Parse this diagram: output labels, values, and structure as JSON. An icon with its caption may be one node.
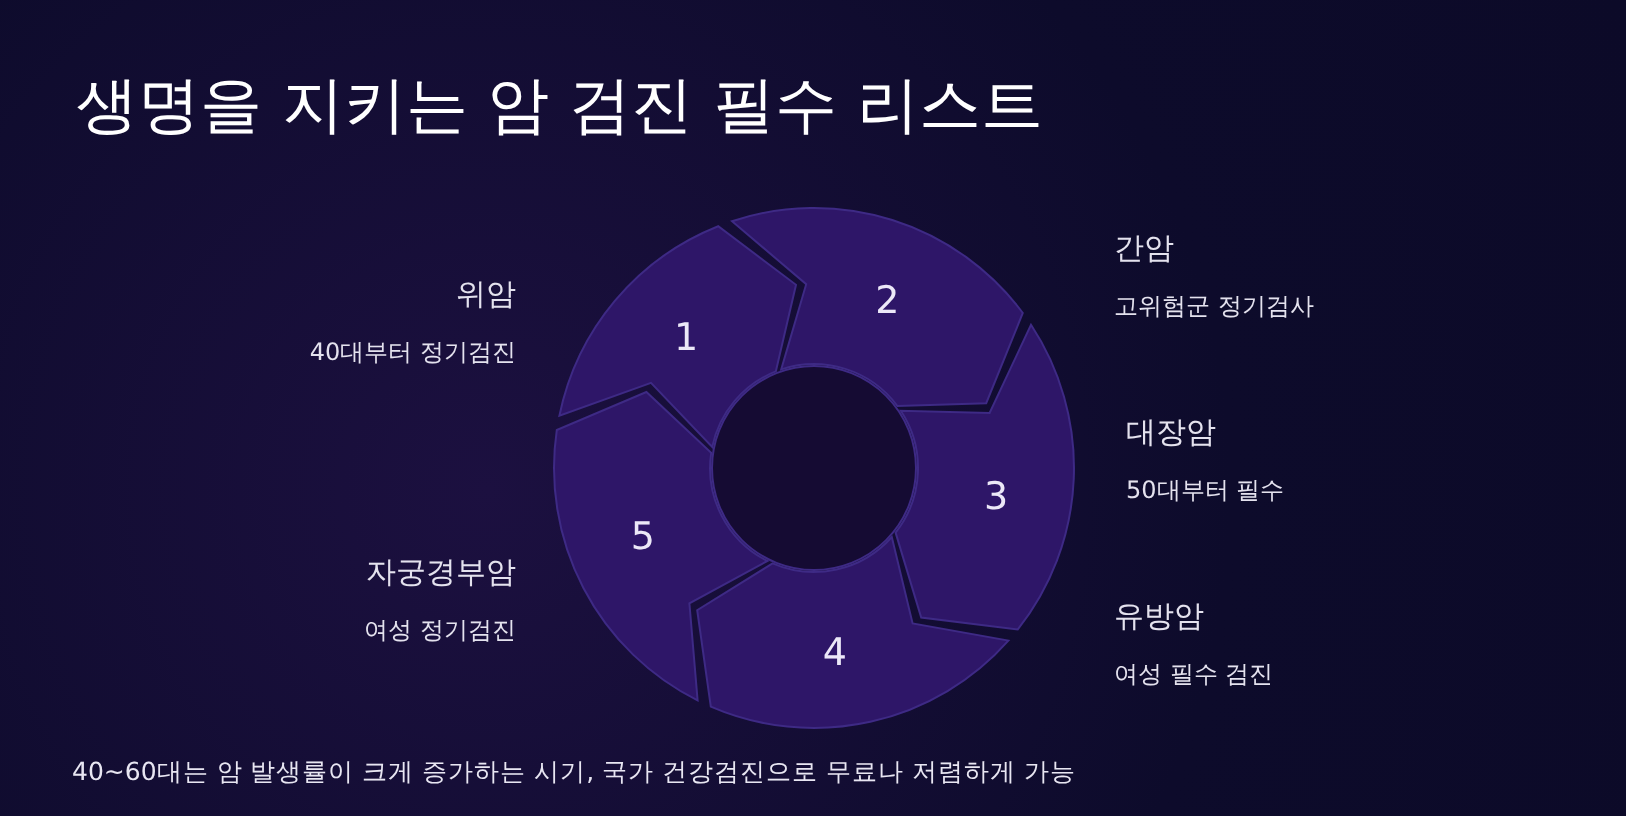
{
  "diagram": {
    "title": "생명을 지키는 암 검진 필수 리스트",
    "caption": "40~60대는 암 발생률이 크게 증가하는 시기, 국가 건강검진으로 무료나 저렴하게 가능",
    "nodes": [
      {
        "text": [
          "1"
        ],
        "beside": [
          "위암",
          "40대부터 정기검진"
        ]
      },
      {
        "text": [
          "2"
        ],
        "beside": [
          "간암",
          "고위험군 정기검사"
        ]
      },
      {
        "text": [
          "3"
        ],
        "beside": [
          "대장암",
          "50대부터 필수"
        ]
      },
      {
        "text": [
          "4"
        ],
        "beside": [
          "유방암",
          "여성 필수 검진"
        ]
      },
      {
        "text": [
          "5"
        ],
        "beside": [
          "자궁경부암",
          "여성 정기검진"
        ]
      },
      {
        "text": [],
        "shape": "circle"
      }
    ]
  }
}
